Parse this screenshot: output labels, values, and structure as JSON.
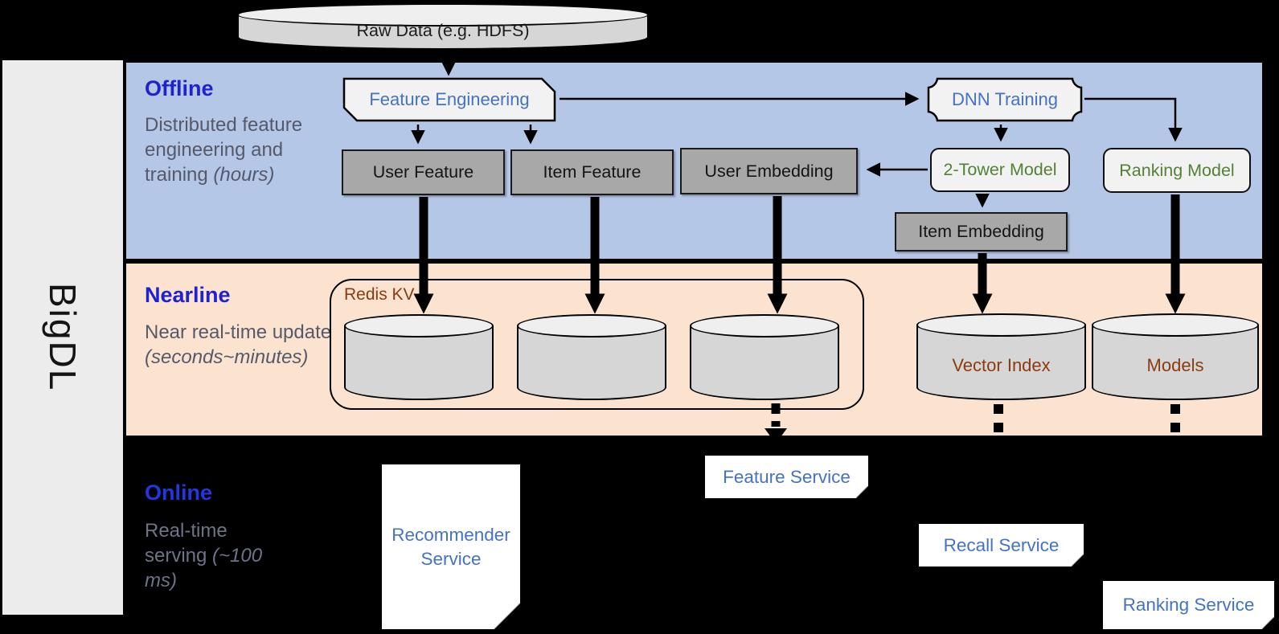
{
  "sidebar": {
    "brand": "BigDL"
  },
  "source": {
    "label": "Raw Data (e.g. HDFS)"
  },
  "sections": {
    "offline": {
      "title": "Offline",
      "description": "Distributed feature engineering and training ",
      "note": "(hours)"
    },
    "nearline": {
      "title": "Nearline",
      "description": "Near real-time update ",
      "note": "(seconds~minutes)"
    },
    "online": {
      "title": "Online",
      "description": "Real-time serving ",
      "note": "(~100 ms)"
    }
  },
  "offline": {
    "feature_engineering": "Feature Engineering",
    "dnn_training": "DNN Training",
    "user_feature": "User Feature",
    "item_feature": "Item Feature",
    "user_embedding": "User Embedding",
    "two_tower_model": "2-Tower Model",
    "ranking_model": "Ranking Model",
    "item_embedding": "Item Embedding"
  },
  "nearline": {
    "redis_kv": "Redis KV",
    "vector_index": "Vector Index",
    "models": "Models"
  },
  "online": {
    "recommender_service": "Recommender Service",
    "feature_service": "Feature Service",
    "recall_service": "Recall Service",
    "ranking_service": "Ranking Service"
  },
  "colors": {
    "band_offline": "#b5c7e7",
    "band_nearline": "#fbe3d0",
    "background": "#000000",
    "section_title_blue": "#1f22cf",
    "node_text_blue": "#4472c4",
    "model_text_green": "#538135",
    "storage_text_brown": "#8a3c10",
    "gray_box_fill": "#a8a8a8",
    "light_box_fill": "#f2f2f2"
  }
}
